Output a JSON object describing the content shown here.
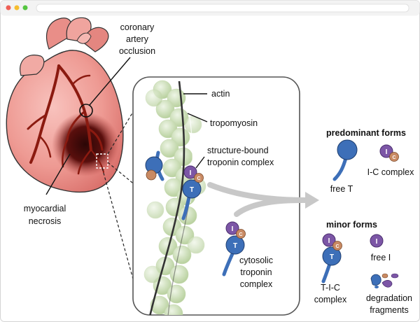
{
  "labels": {
    "coronary": [
      "coronary",
      "artery",
      "occlusion"
    ],
    "necrosis": [
      "myocardial",
      "necrosis"
    ],
    "actin": "actin",
    "tropomyosin": "tropomyosin",
    "structure_bound": [
      "structure-bound",
      "troponin complex"
    ],
    "cytosolic": [
      "cytosolic",
      "troponin",
      "complex"
    ]
  },
  "predominant": {
    "heading": "predominant forms",
    "free_t": "free T",
    "ic_complex": "I-C complex"
  },
  "minor": {
    "heading": "minor forms",
    "free_i": "free I",
    "tic_complex": [
      "T-I-C",
      "complex"
    ],
    "degradation": [
      "degradation",
      "fragments"
    ]
  },
  "subunits": {
    "t": "T",
    "i": "I",
    "c": "C"
  },
  "colors": {
    "troponin_t": "#3d6fb8",
    "troponin_i": "#7c56a6",
    "troponin_c": "#c98a63",
    "artery": "#8b1a10",
    "heart": "#f2a7a2",
    "actin": "#c9dcb4",
    "arrow": "#c8c8c8"
  }
}
